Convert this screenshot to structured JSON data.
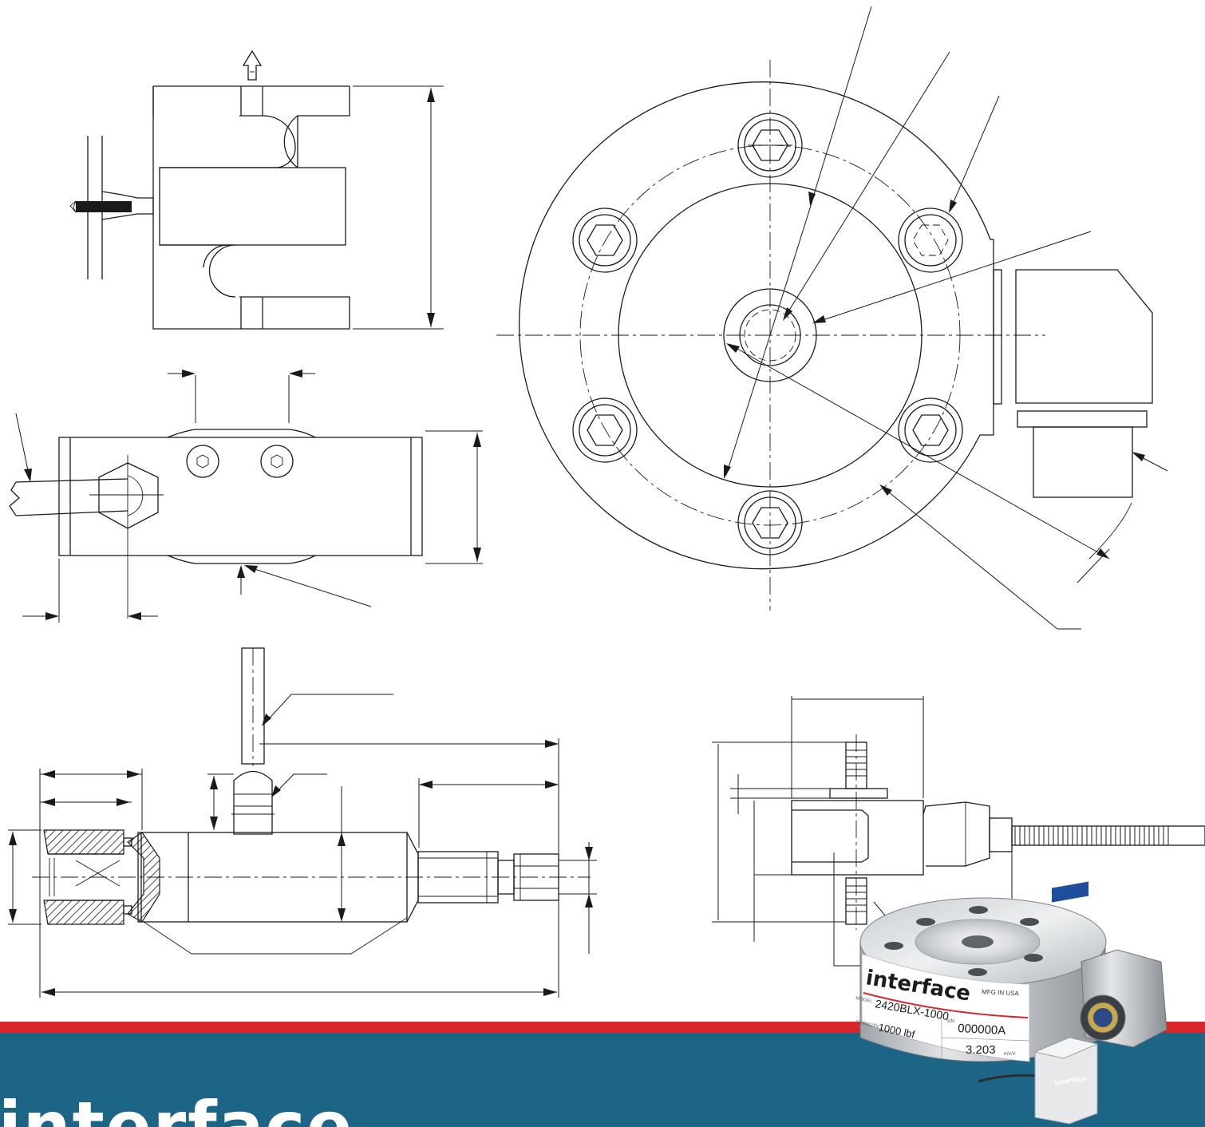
{
  "brand": {
    "logo": "interface",
    "colors": {
      "banner_blue": "#1d6586",
      "banner_red": "#d8262a",
      "logo_white": "#ffffff"
    }
  },
  "product_photo": {
    "pancake_label": {
      "brand": "interface",
      "mfg_text": "MFG IN USA",
      "model_prefix": "MODEL",
      "model": "2420BLX-1000",
      "sn_prefix": "S/N",
      "serial": "000000A",
      "capacity_prefix": "CAPACITY",
      "capacity": "1000 lbf",
      "output": "3.203",
      "output_unit": "mV/V"
    },
    "s_beam_label": "interface"
  }
}
